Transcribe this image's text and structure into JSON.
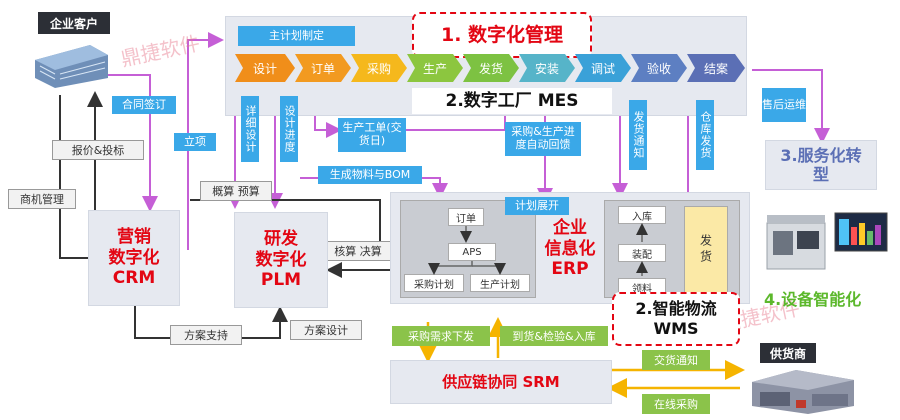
{
  "enterprise_customer": "企业客户",
  "supplier": "供货商",
  "watermark": "鼎捷软件",
  "plan": "主计划制定",
  "pipeline": [
    "设计",
    "订单",
    "采购",
    "生产",
    "发货",
    "安装",
    "调试",
    "验收",
    "结案"
  ],
  "pipeline_colors": [
    "#f08e1a",
    "#f29a20",
    "#f5b81c",
    "#8cc63f",
    "#7dc242",
    "#56b4c9",
    "#3aa1d8",
    "#5d7fc2",
    "#5b6fb5"
  ],
  "title1": "1. 数字化管理",
  "mes": "2.数字工厂 MES",
  "service": "3.服务化转型",
  "device": "4.设备智能化",
  "wms_title": "2.智能物流 WMS",
  "crm": [
    "营销",
    "数字化",
    "CRM"
  ],
  "plm": [
    "研发",
    "数字化",
    "PLM"
  ],
  "erp": [
    "企业",
    "信息化",
    "ERP"
  ],
  "srm": "供应链协同 SRM",
  "tags": {
    "contract": "合同签订",
    "quote": "报价&投标",
    "opportunity": "商机管理",
    "project": "立项",
    "detail_design": "详细设计",
    "design_progress": "设计进度",
    "work_order": "生产工单(交货日)",
    "purchase_feedback": "采购&生产进度自动回馈",
    "ship_notice": "发货通知",
    "warehouse_ship": "仓库发货",
    "after_sale": "售后运维",
    "budget": "概算 预算",
    "bom": "生成物料与BOM",
    "plan_expand": "计划展开",
    "accounting": "核算 决算",
    "scheme_support": "方案支持",
    "scheme_design": "方案设计",
    "purchase_issue": "采购需求下发",
    "arrival": "到货&检验&入库",
    "ship_notice2": "交货通知",
    "online_purchase": "在线采购"
  },
  "erp_inner": {
    "order": "订单",
    "aps": "APS",
    "purchase_plan": "采购计划",
    "production_plan": "生产计划"
  },
  "wms_inner": {
    "inbound": "入库",
    "assembly": "装配",
    "picking": "领料",
    "ship": "发货"
  }
}
